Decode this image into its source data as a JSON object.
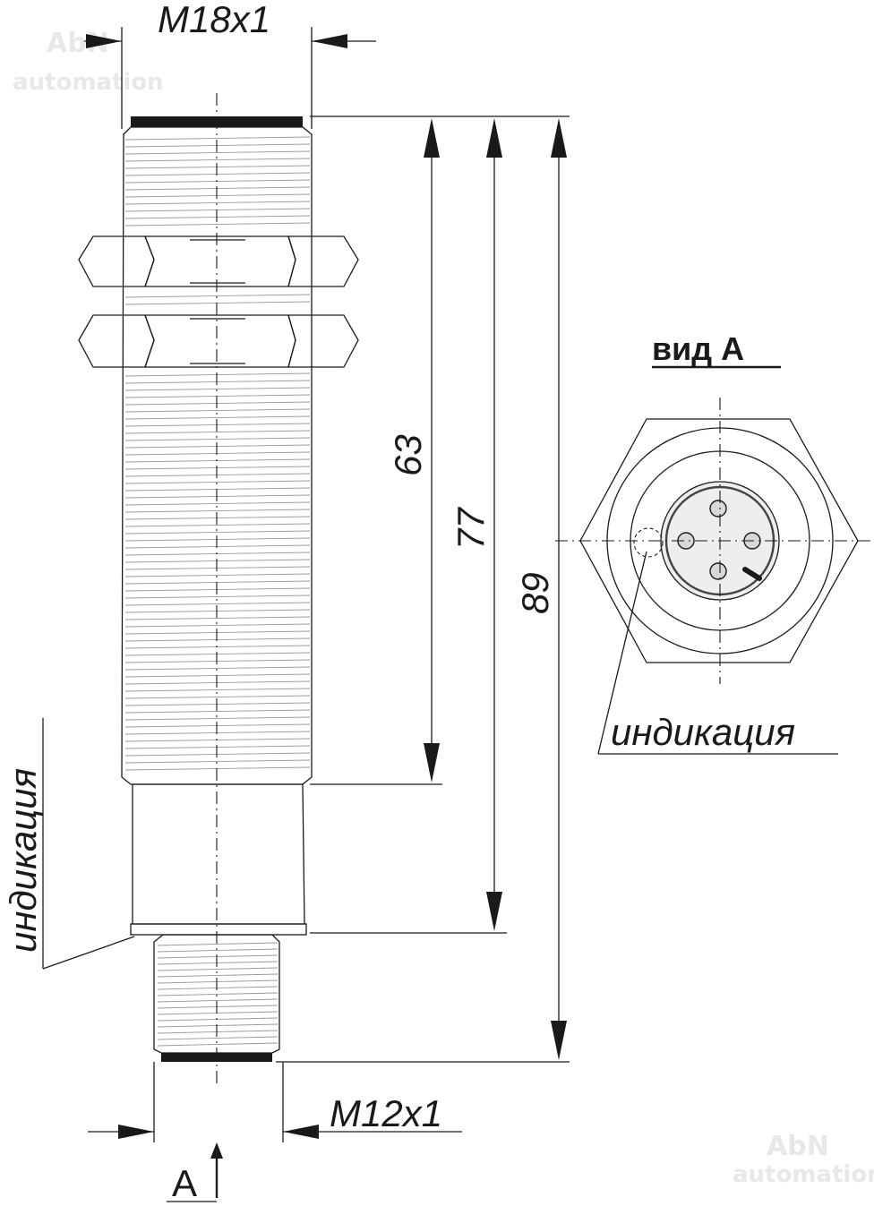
{
  "watermarks": [
    {
      "brand": "AbN",
      "sub": "automation"
    },
    {
      "brand": "AbN",
      "sub": "automation"
    }
  ],
  "labels": {
    "thread_top": "M18x1",
    "thread_bottom": "M12x1",
    "dim_63": "63",
    "dim_77": "77",
    "dim_89": "89",
    "view_label": "A",
    "view_title": "вид А",
    "indication_side": "индикация",
    "indication_view": "индикация"
  },
  "colors": {
    "line": "#1a1a1a",
    "metal_light": "#f2f2f2",
    "metal_mid": "#d6d6d6",
    "metal_dark": "#9a9a9a",
    "connector_ring": "#a8a8a8",
    "thread_line": "#9a9a9a"
  },
  "icons": {
    "view_arrow": "arrow-up-icon",
    "dimension_arrow": "arrowhead-icon"
  }
}
